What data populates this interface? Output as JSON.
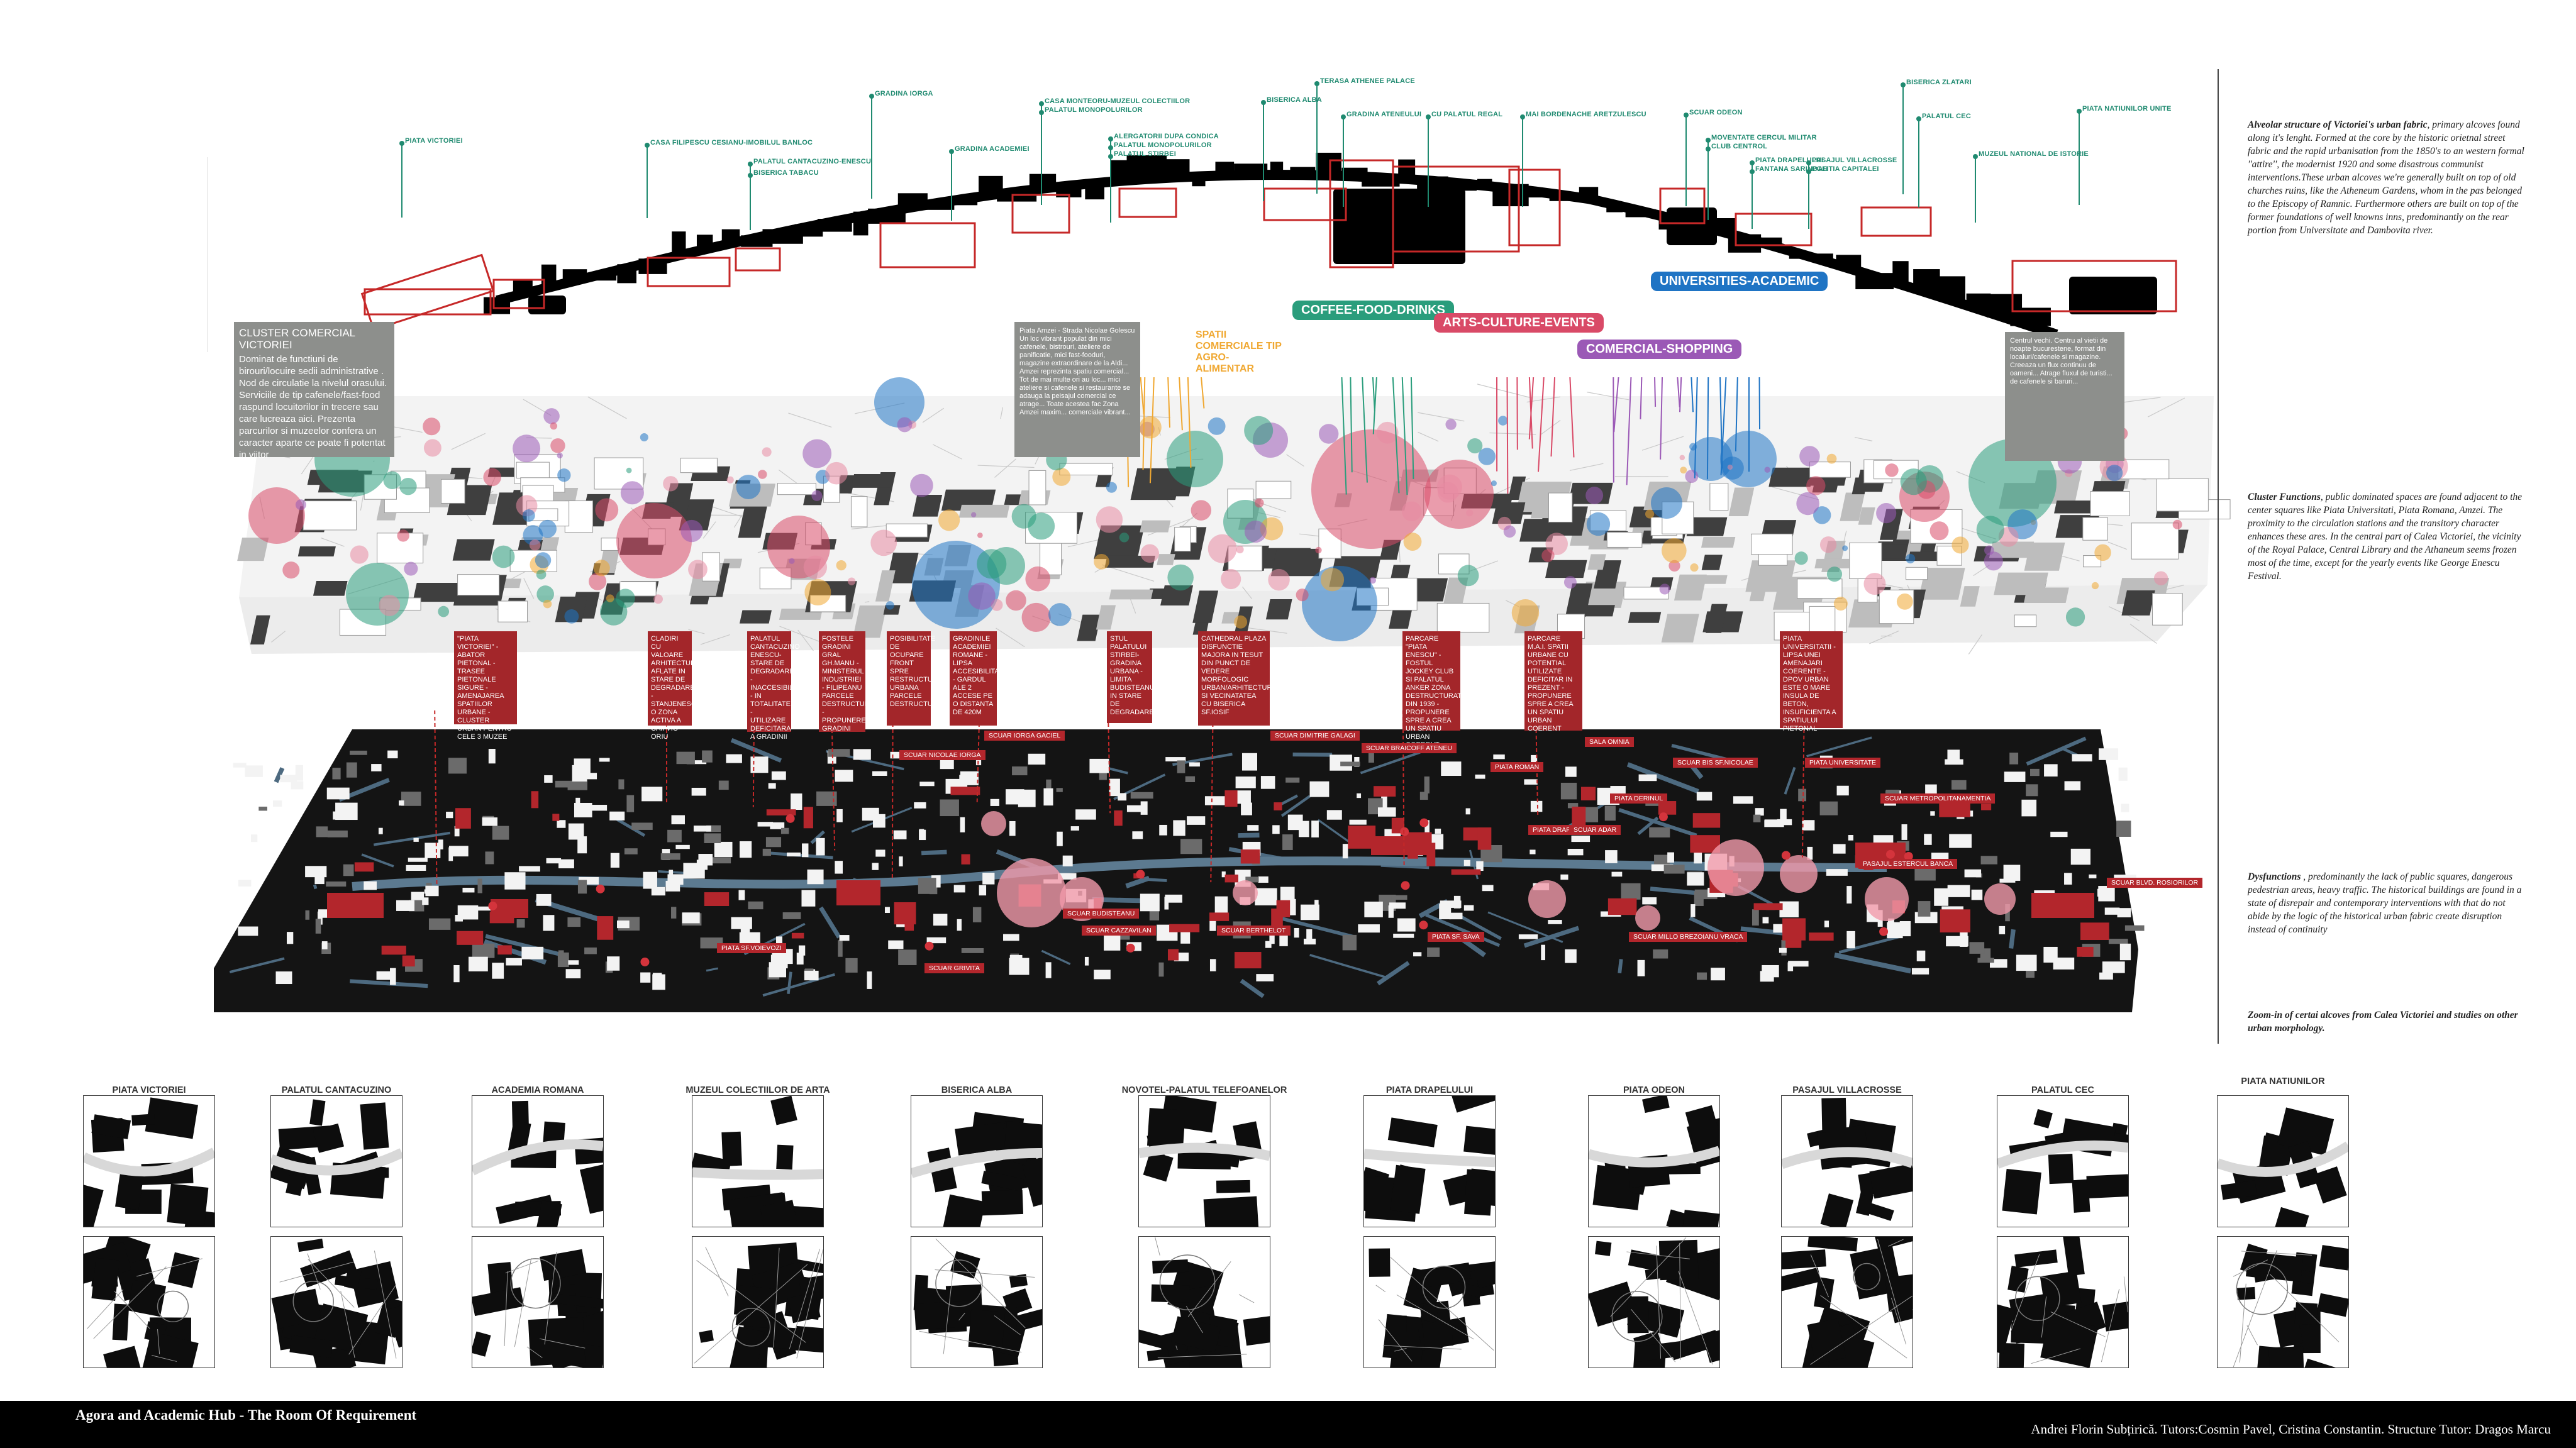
{
  "footer": {
    "title": "Agora  and Academic Hub - The Room Of Requirement",
    "credits": "Andrei Florin Subțirică. Tutors:Cosmin Pavel, Cristina Constantin. Structure Tutor: Dragos Marcu"
  },
  "top_labels": [
    {
      "text": "PIATA VICTORIEI"
    },
    {
      "text": "CASA FILIPESCU CESIANU-IMOBILUL BANLOC"
    },
    {
      "text": "PALATUL CANTACUZINO-ENESCU"
    },
    {
      "text": "BISERICA TABACU"
    },
    {
      "text": "GRADINA IORGA"
    },
    {
      "text": "GRADINA ACADEMIEI"
    },
    {
      "text": "CASA MONTEORU-MUZEUL COLECTIILOR"
    },
    {
      "text": "PALATUL MONOPOLURILOR"
    },
    {
      "text": "ALERGATORII DUPA CONDICA"
    },
    {
      "text": "PALATUL MONOPOLURILOR"
    },
    {
      "text": "PALATUL STIRBEI"
    },
    {
      "text": "BISERICA ALBA"
    },
    {
      "text": "TERASA ATHENEE PALACE"
    },
    {
      "text": "GRADINA ATENEULUI"
    },
    {
      "text": "CU PALATUL REGAL"
    },
    {
      "text": "MAI BORDENACHE ARETZULESCU"
    },
    {
      "text": "SCUAR ODEON"
    },
    {
      "text": "MOVENTATE CERCUL MILITAR"
    },
    {
      "text": "CLUB CENTROL"
    },
    {
      "text": "PIATA DRAPELULUI"
    },
    {
      "text": "FANTANA SARINDAR"
    },
    {
      "text": "PASAJUL VILLACROSSE"
    },
    {
      "text": "POLITIA CAPITALEI"
    },
    {
      "text": "BISERICA ZLATARI"
    },
    {
      "text": "PALATUL CEC"
    },
    {
      "text": "MUZEUL NATIONAL DE ISTORIE"
    },
    {
      "text": "PIATA NATIUNILOR UNITE"
    }
  ],
  "categories": [
    {
      "text": "SPATII COMERCIALE TIP AGRO-ALIMENTAR",
      "color": "#f0a832"
    },
    {
      "text": "COFFEE-FOOD-DRINKS",
      "color": "#2a9d7c"
    },
    {
      "text": "ARTS-CULTURE-EVENTS",
      "color": "#d94a67"
    },
    {
      "text": "COMERCIAL-SHOPPING",
      "color": "#9b59b6"
    },
    {
      "text": "UNIVERSITIES-ACADEMIC",
      "color": "#1f74c4"
    }
  ],
  "grey_boxes": {
    "cluster": {
      "head": "CLUSTER COMERCIAL VICTORIEI",
      "body": "Dominat de functiuni de birouri/locuire sedii administrative . Nod de circulatie la nivelul orasului. Serviciile de tip cafenele/fast-food raspund locuitorilor in trecere sau care lucreaza aici. Prezenta parcurilor si muzeelor confera un caracter aparte ce poate fi potentat in viitor"
    },
    "amzei": {
      "body": "Piata Amzei - Strada Nicolae Golescu Un loc vibrant populat din mici cafenele, bistrouri, ateliere de panificatie, mici fast-fooduri, magazine extraordinare de la Aldi... Amzei reprezinta spatiu comercial... Tot de mai multe ori au loc... mici ateliere si cafenele si restaurante se adauga la peisajul comercial ce atrage... Toate acestea fac Zona Amzei maxim... comerciale vibrant..."
    },
    "centrul": {
      "body": "Centrul vechi. Centru al vietii de noapte bucurestene, format din localuri/cafenele si magazine. Creeaza un flux continuu de oameni... Atrage fluxul de turisti... de cafenele si baruri..."
    }
  },
  "red_boxes": [
    {
      "text": "\"PIATA VICTORIEI\" - ABATOR PIETONAL - TRASEE PIETONALE SIGURE - AMENAJAREA SPATIILOR URBANE - CLUSTER URBAN PENTRU CELE 3 MUZEE"
    },
    {
      "text": "CLADIRI CU VALOARE ARHITECTURALA AFLATE IN STARE DE DEGRADARE - STANJENESC O ZONA ACTIVA A CAII VIC ORIU"
    },
    {
      "text": "PALATUL CANTACUZINO ENESCU-STARE DE DEGRADARE - INACCESIBIL - IN TOTALITATE - UTILIZARE DEFICITARA A GRADINII"
    },
    {
      "text": "FOSTELE GRADINI GRAL GH.MANU - MINISTERUL INDUSTRIEI - FILIPEANU PARCELE DESTRUCTURATE - PROPUNERE GRADINI"
    },
    {
      "text": "POSIBILITATE DE OCUPARE FRONT SPRE RESTRUCTURARE URBANA PARCELE DESTRUCTURATE"
    },
    {
      "text": "GRADINILE ACADEMIEI ROMANE - LIPSA ACCESIBILITATE - GARDUL ALE 2 ACCESE PE O DISTANTA DE 420M"
    },
    {
      "text": "STUL PALATULUI STIRBEI-GRADINA URBANA - LIMITA BUDISTEANU IN STARE DE DEGRADARE"
    },
    {
      "text": "CATHEDRAL PLAZA DISFUNCTIE MAJORA IN TESUT DIN PUNCT DE VEDERE MORFOLOGIC URBAN/ARHITECTURAL SI VECINATATEA CU BISERICA SF.IOSIF"
    },
    {
      "text": "PARCARE \"PIATA ENESCU\" - FOSTUL JOCKEY CLUB SI PALATUL ANKER ZONA DESTRUCTURATA DIN 1939 - PROPUNERE SPRE A CREA UN SPATIU URBAN COERENT"
    },
    {
      "text": "PARCARE M.A.I. SPATII URBANE CU POTENTIAL UTILIZATE DEFICITAR IN PREZENT - PROPUNERE SPRE A CREA UN SPATIU URBAN COERENT"
    },
    {
      "text": "PIATA UNIVERSITATII - LIPSA UNEI AMENAJARI COERENTE - DPOV URBAN ESTE O MARE INSULA DE BETON, INSUFICIENTA A SPATIULUI PIETONAL"
    }
  ],
  "square_labels": [
    {
      "text": "SCUAR NICOLAE IORGA"
    },
    {
      "text": "SCUAR IORGA GACIEL"
    },
    {
      "text": "SCUAR DIMITRIE GALAGI"
    },
    {
      "text": "SCUAR BRAICOFF ATENEU"
    },
    {
      "text": "SALA OMNIA"
    },
    {
      "text": "SCUAR BIS SF.NICOLAE"
    },
    {
      "text": "PIATA UNIVERSITATE"
    },
    {
      "text": "PIATA ROMAN"
    },
    {
      "text": "PIATA DRAPELULUI"
    },
    {
      "text": "PIATA DERINUL"
    },
    {
      "text": "SCUAR ADAR"
    },
    {
      "text": "SCUAR METROPOLITANAMENTIA"
    },
    {
      "text": "PIATA SF.VOIEVOZI"
    },
    {
      "text": "SCUAR BUDISTEANU"
    },
    {
      "text": "SCUAR CAZZAVILAN"
    },
    {
      "text": "SCUAR BERTHELOT"
    },
    {
      "text": "PIATA SF. SAVA"
    },
    {
      "text": "SCUAR MILLO BREZOIANU VRACA"
    },
    {
      "text": "SCUAR GRIVITA"
    },
    {
      "text": "SCUAR BLVD. ROSIORILOR"
    },
    {
      "text": "PASAJUL ESTERCUL BANCA"
    }
  ],
  "side_notes": {
    "alveolar": {
      "head": "Alveolar structure of Victoriei's urban fabric",
      "body": ", primary alcoves found along it's lenght. Formed at the core by the historic orietnal street fabric and the rapid urbanisation from the 1850's to an western formal ''attire'', the modernist 1920 and some disastrous communist interventions.These urban alcoves we're generally built on top of old churches ruins, like the Atheneum Gardens, whom in the pas belonged to the Episcopy of Ramnic. Furthermore others are built on top of the former foundations of well knowns inns, predominantly on the rear portion from Universitate and Dambovita river."
    },
    "cluster": {
      "head": "Cluster Functions",
      "body": ", public dominated spaces are found adjacent to the center squares like Piata Universitati, Piata Romana, Amzei. The proximity to the circulation stations and the transitory character enhances these ares. In the central part of Calea Victoriei, the vicinity of the Royal Palace, Central Library and the Athaneum seems frozen most of the time, except for the yearly events like George Enescu Festival."
    },
    "dysfunctions": {
      "head": "Dysfunctions",
      "body": " , predominantly the lack of public squares, dangerous pedestrian areas, heavy traffic. The historical buildings are found in a state of disrepair and contemporary interventions with that do not abide by the logic of the historical urban fabric create  disruption instead of continuity"
    },
    "zoom": {
      "head": "Zoom-in of certai alcoves from Calea Victoriei and studies on other urban morphology.",
      "body": ""
    }
  },
  "thumbnails": [
    {
      "title": "PIATA VICTORIEI"
    },
    {
      "title": "PALATUL CANTACUZINO"
    },
    {
      "title": "ACADEMIA ROMANA"
    },
    {
      "title": "MUZEUL COLECTIILOR DE ARTA"
    },
    {
      "title": "BISERICA ALBA"
    },
    {
      "title": "NOVOTEL-PALATUL TELEFOANELOR"
    },
    {
      "title": "PIATA DRAPELULUI"
    },
    {
      "title": "PIATA ODEON"
    },
    {
      "title": "PASAJUL VILLACROSSE"
    },
    {
      "title": "PALATUL CEC"
    },
    {
      "title": "PIATA NATIUNILOR"
    }
  ],
  "colors": {
    "accent_green": "#1f8a70",
    "dysfunction_red": "#a3262a",
    "map_black": "#141414"
  }
}
